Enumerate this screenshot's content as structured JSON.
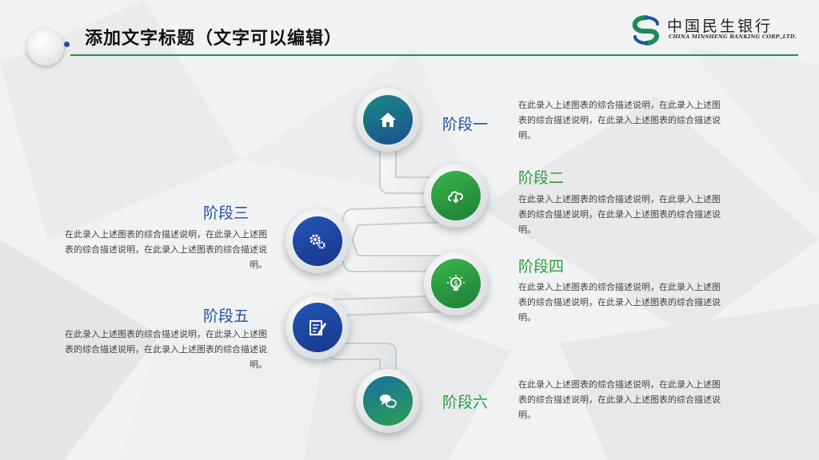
{
  "slide": {
    "title": "添加文字标题（文字可以编辑）",
    "logo": {
      "cn": "中国民生银行",
      "en": "CHINA MINSHENG BANKING CORP.,LTD."
    }
  },
  "stages": [
    {
      "label": "阶段一",
      "icon": "home-icon",
      "desc": "在此录入上述图表的综合描述说明，在此录入上述图表的综合描述说明，在此录入上述图表的综合描述说明。"
    },
    {
      "label": "阶段二",
      "icon": "cloud-download-icon",
      "desc": "在此录入上述图表的综合描述说明，在此录入上述图表的综合描述说明，在此录入上述图表的综合描述说明。"
    },
    {
      "label": "阶段三",
      "icon": "gears-icon",
      "desc": "在此录入上述图表的综合描述说明，在此录入上述图表的综合描述说明，在此录入上述图表的综合描述说明。"
    },
    {
      "label": "阶段四",
      "icon": "money-bulb-icon",
      "desc": "在此录入上述图表的综合描述说明，在此录入上述图表的综合描述说明，在此录入上述图表的综合描述说明。"
    },
    {
      "label": "阶段五",
      "icon": "notepad-pen-icon",
      "desc": "在此录入上述图表的综合描述说明，在此录入上述图表的综合描述说明，在此录入上述图表的综合描述说明。"
    },
    {
      "label": "阶段六",
      "icon": "chat-bubbles-icon",
      "desc": "在此录入上述图表的综合描述说明，在此录入上述图表的综合描述说明，在此录入上述图表的综合描述说明。"
    }
  ],
  "colors": {
    "blue": "#1f4fa8",
    "green": "#2d9a3c",
    "rule": "#2d8a4e"
  }
}
